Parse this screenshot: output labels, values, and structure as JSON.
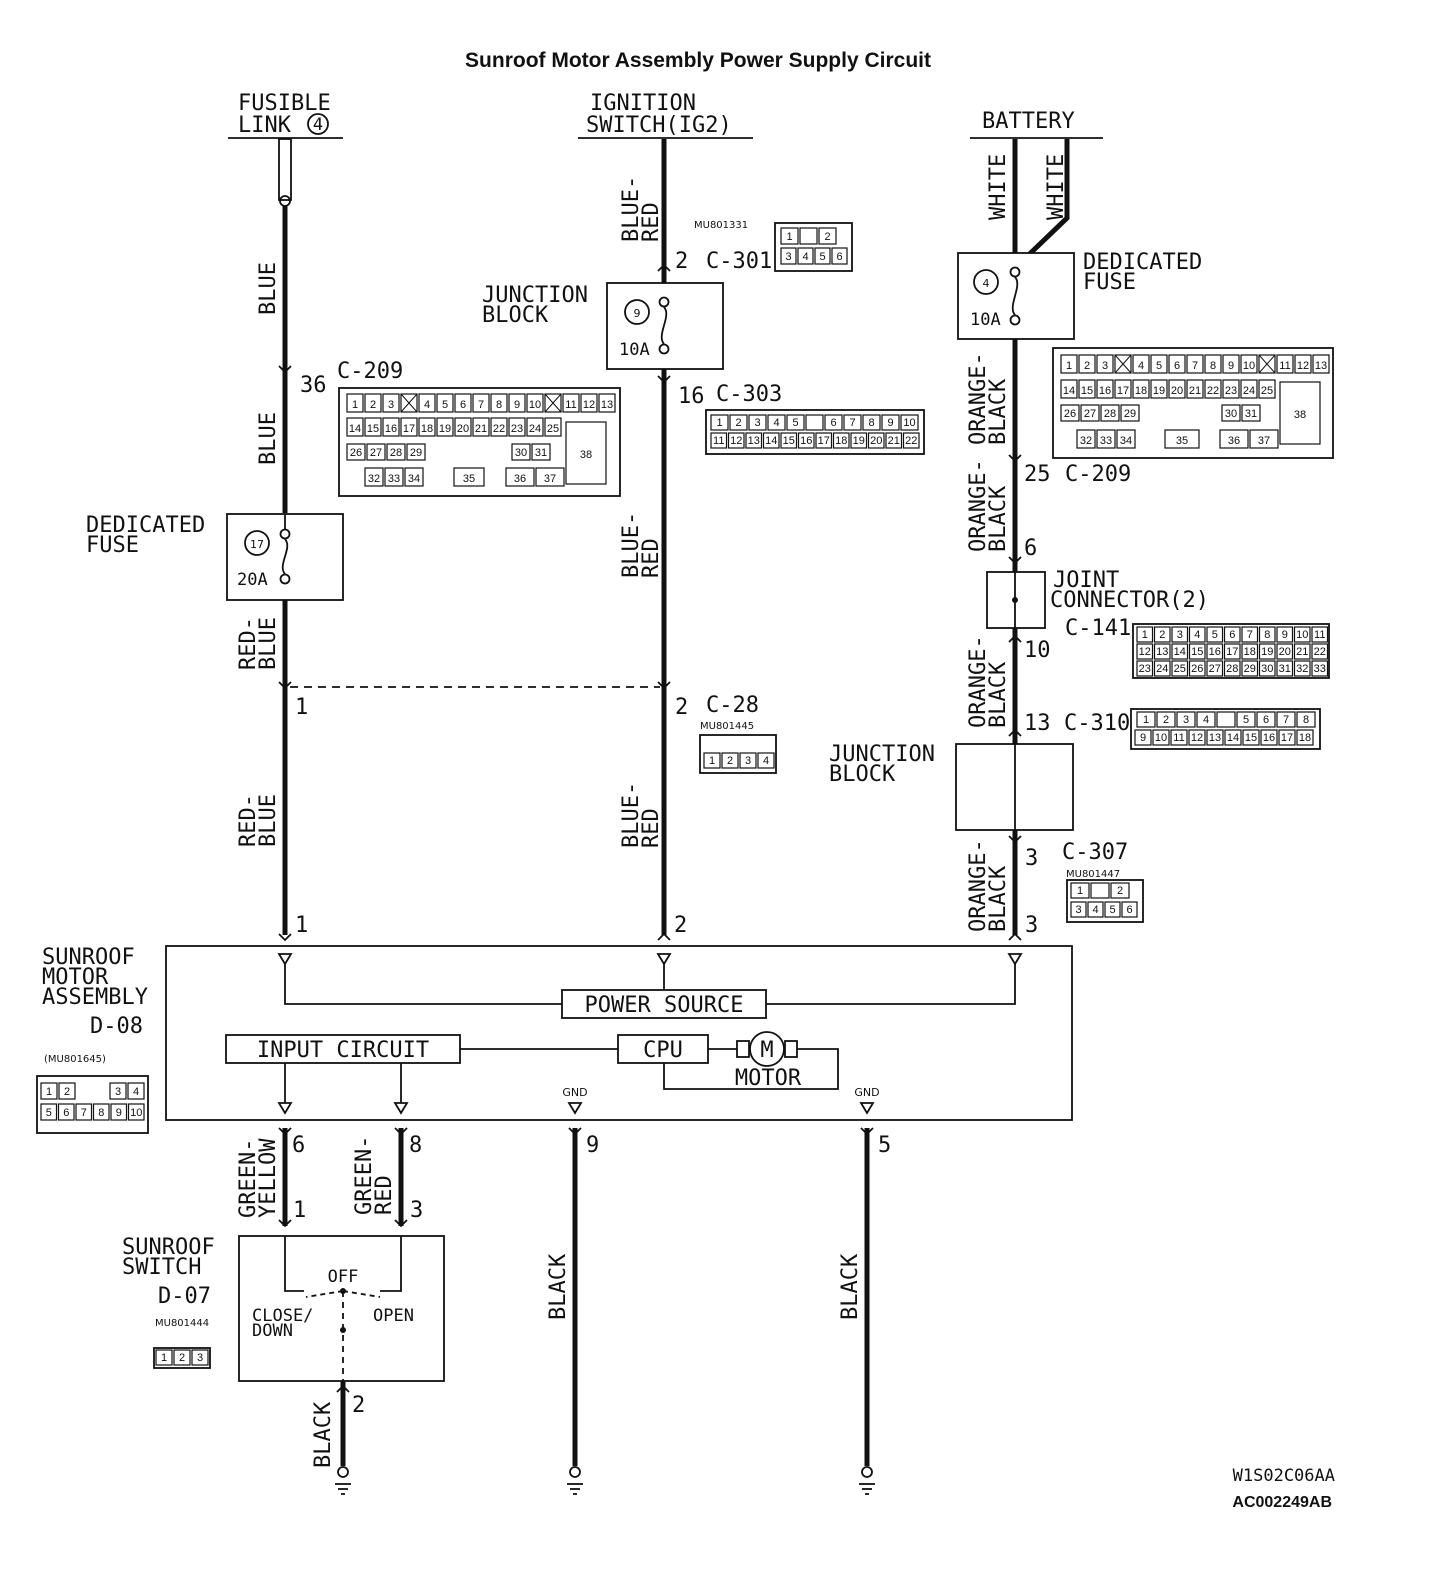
{
  "title": "Sunroof Motor Assembly Power Supply Circuit",
  "sources": {
    "fusible_link": [
      "FUSIBLE",
      "LINK"
    ],
    "fusible_link_number": "4",
    "ignition": [
      "IGNITION",
      "SWITCH(IG2)"
    ],
    "battery": "BATTERY"
  },
  "wires": {
    "blue": "BLUE",
    "red_blue": [
      "RED-",
      "BLUE"
    ],
    "blue_red": [
      "BLUE-",
      "RED"
    ],
    "white": "WHITE",
    "orange_black": [
      "ORANGE-",
      "BLACK"
    ],
    "green_yellow": [
      "GREEN-",
      "YELLOW"
    ],
    "green_red": [
      "GREEN-",
      "RED"
    ],
    "black": "BLACK"
  },
  "fuses": {
    "left": {
      "label": [
        "DEDICATED",
        "FUSE"
      ],
      "number": "17",
      "rating": "20A"
    },
    "middle": {
      "label": [
        "JUNCTION",
        "BLOCK"
      ],
      "number": "9",
      "rating": "10A"
    },
    "right": {
      "label": [
        "DEDICATED",
        "FUSE"
      ],
      "number": "4",
      "rating": "10A"
    }
  },
  "connectors": {
    "c209_left": {
      "pin": "36",
      "name": "C-209"
    },
    "c301": {
      "pin": "2",
      "name": "C-301",
      "part": "MU801331"
    },
    "c303": {
      "pin": "16",
      "name": "C-303"
    },
    "c209_right": {
      "pin": "25",
      "name": "C-209"
    },
    "c28": {
      "pin_left": "1",
      "pin_mid": "2",
      "name": "C-28",
      "part": "MU801445"
    },
    "joint": {
      "pin_in": "6",
      "label": [
        "JOINT",
        "CONNECTOR(2)"
      ],
      "pin_out": "10",
      "name": "C-141"
    },
    "c310": {
      "pin": "13",
      "name": "C-310"
    },
    "junction_block_right": {
      "label": [
        "JUNCTION",
        "BLOCK"
      ]
    },
    "c307": {
      "pin": "3",
      "name": "C-307",
      "part": "MU801447"
    },
    "motor_pins": [
      "1",
      "2",
      "3"
    ]
  },
  "motor_assembly": {
    "label": [
      "SUNROOF",
      "MOTOR",
      "ASSEMBLY"
    ],
    "code": "D-08",
    "part": "(MU801645)",
    "power_source": "POWER SOURCE",
    "input_circuit": "INPUT CIRCUIT",
    "cpu": "CPU",
    "motor": "MOTOR",
    "motor_symbol": "M",
    "gnd": "GND",
    "out_pins": [
      "6",
      "8",
      "9",
      "5"
    ]
  },
  "sunroof_switch": {
    "label": [
      "SUNROOF",
      "SWITCH"
    ],
    "code": "D-07",
    "part": "MU801444",
    "pins": [
      "1",
      "3",
      "2"
    ],
    "off": "OFF",
    "close": [
      "CLOSE/",
      "DOWN"
    ],
    "open": "OPEN"
  },
  "connector_cells": {
    "c209": [
      [
        "1",
        "2",
        "3",
        "X",
        "4",
        "5",
        "6",
        "7",
        "8",
        "9",
        "10",
        "X",
        "11",
        "12",
        "13"
      ],
      [
        "14",
        "15",
        "16",
        "17",
        "18",
        "19",
        "20",
        "21",
        "22",
        "23",
        "24",
        "25"
      ],
      [
        "26",
        "27",
        "28",
        "29",
        "30",
        "31"
      ],
      [
        "32",
        "33",
        "34",
        "35",
        "36",
        "37"
      ]
    ],
    "c209_big": "38",
    "c301": [
      [
        "1",
        "",
        "2"
      ],
      [
        "3",
        "4",
        "5",
        "6"
      ]
    ],
    "c303": [
      [
        "1",
        "2",
        "3",
        "4",
        "5",
        "",
        "6",
        "7",
        "8",
        "9",
        "10"
      ],
      [
        "11",
        "12",
        "13",
        "14",
        "15",
        "16",
        "17",
        "18",
        "19",
        "20",
        "21",
        "22"
      ]
    ],
    "c141": [
      [
        "1",
        "2",
        "3",
        "4",
        "5",
        "6",
        "7",
        "8",
        "9",
        "10",
        "11"
      ],
      [
        "12",
        "13",
        "14",
        "15",
        "16",
        "17",
        "18",
        "19",
        "20",
        "21",
        "22"
      ],
      [
        "23",
        "24",
        "25",
        "26",
        "27",
        "28",
        "29",
        "30",
        "31",
        "32",
        "33"
      ]
    ],
    "c310": [
      [
        "1",
        "2",
        "3",
        "4",
        "",
        "5",
        "6",
        "7",
        "8"
      ],
      [
        "9",
        "10",
        "11",
        "12",
        "13",
        "14",
        "15",
        "16",
        "17",
        "18"
      ]
    ],
    "c28": [
      "1",
      "2",
      "3",
      "4"
    ],
    "c307": [
      [
        "1",
        "",
        "2"
      ],
      [
        "3",
        "4",
        "5",
        "6"
      ]
    ],
    "d08": [
      [
        "1",
        "2",
        "3",
        "4"
      ],
      [
        "5",
        "6",
        "7",
        "8",
        "9",
        "10"
      ]
    ],
    "d07": [
      "1",
      "2",
      "3"
    ]
  },
  "footer": {
    "code1": "W1S02C06AA",
    "code2": "AC002249AB"
  }
}
